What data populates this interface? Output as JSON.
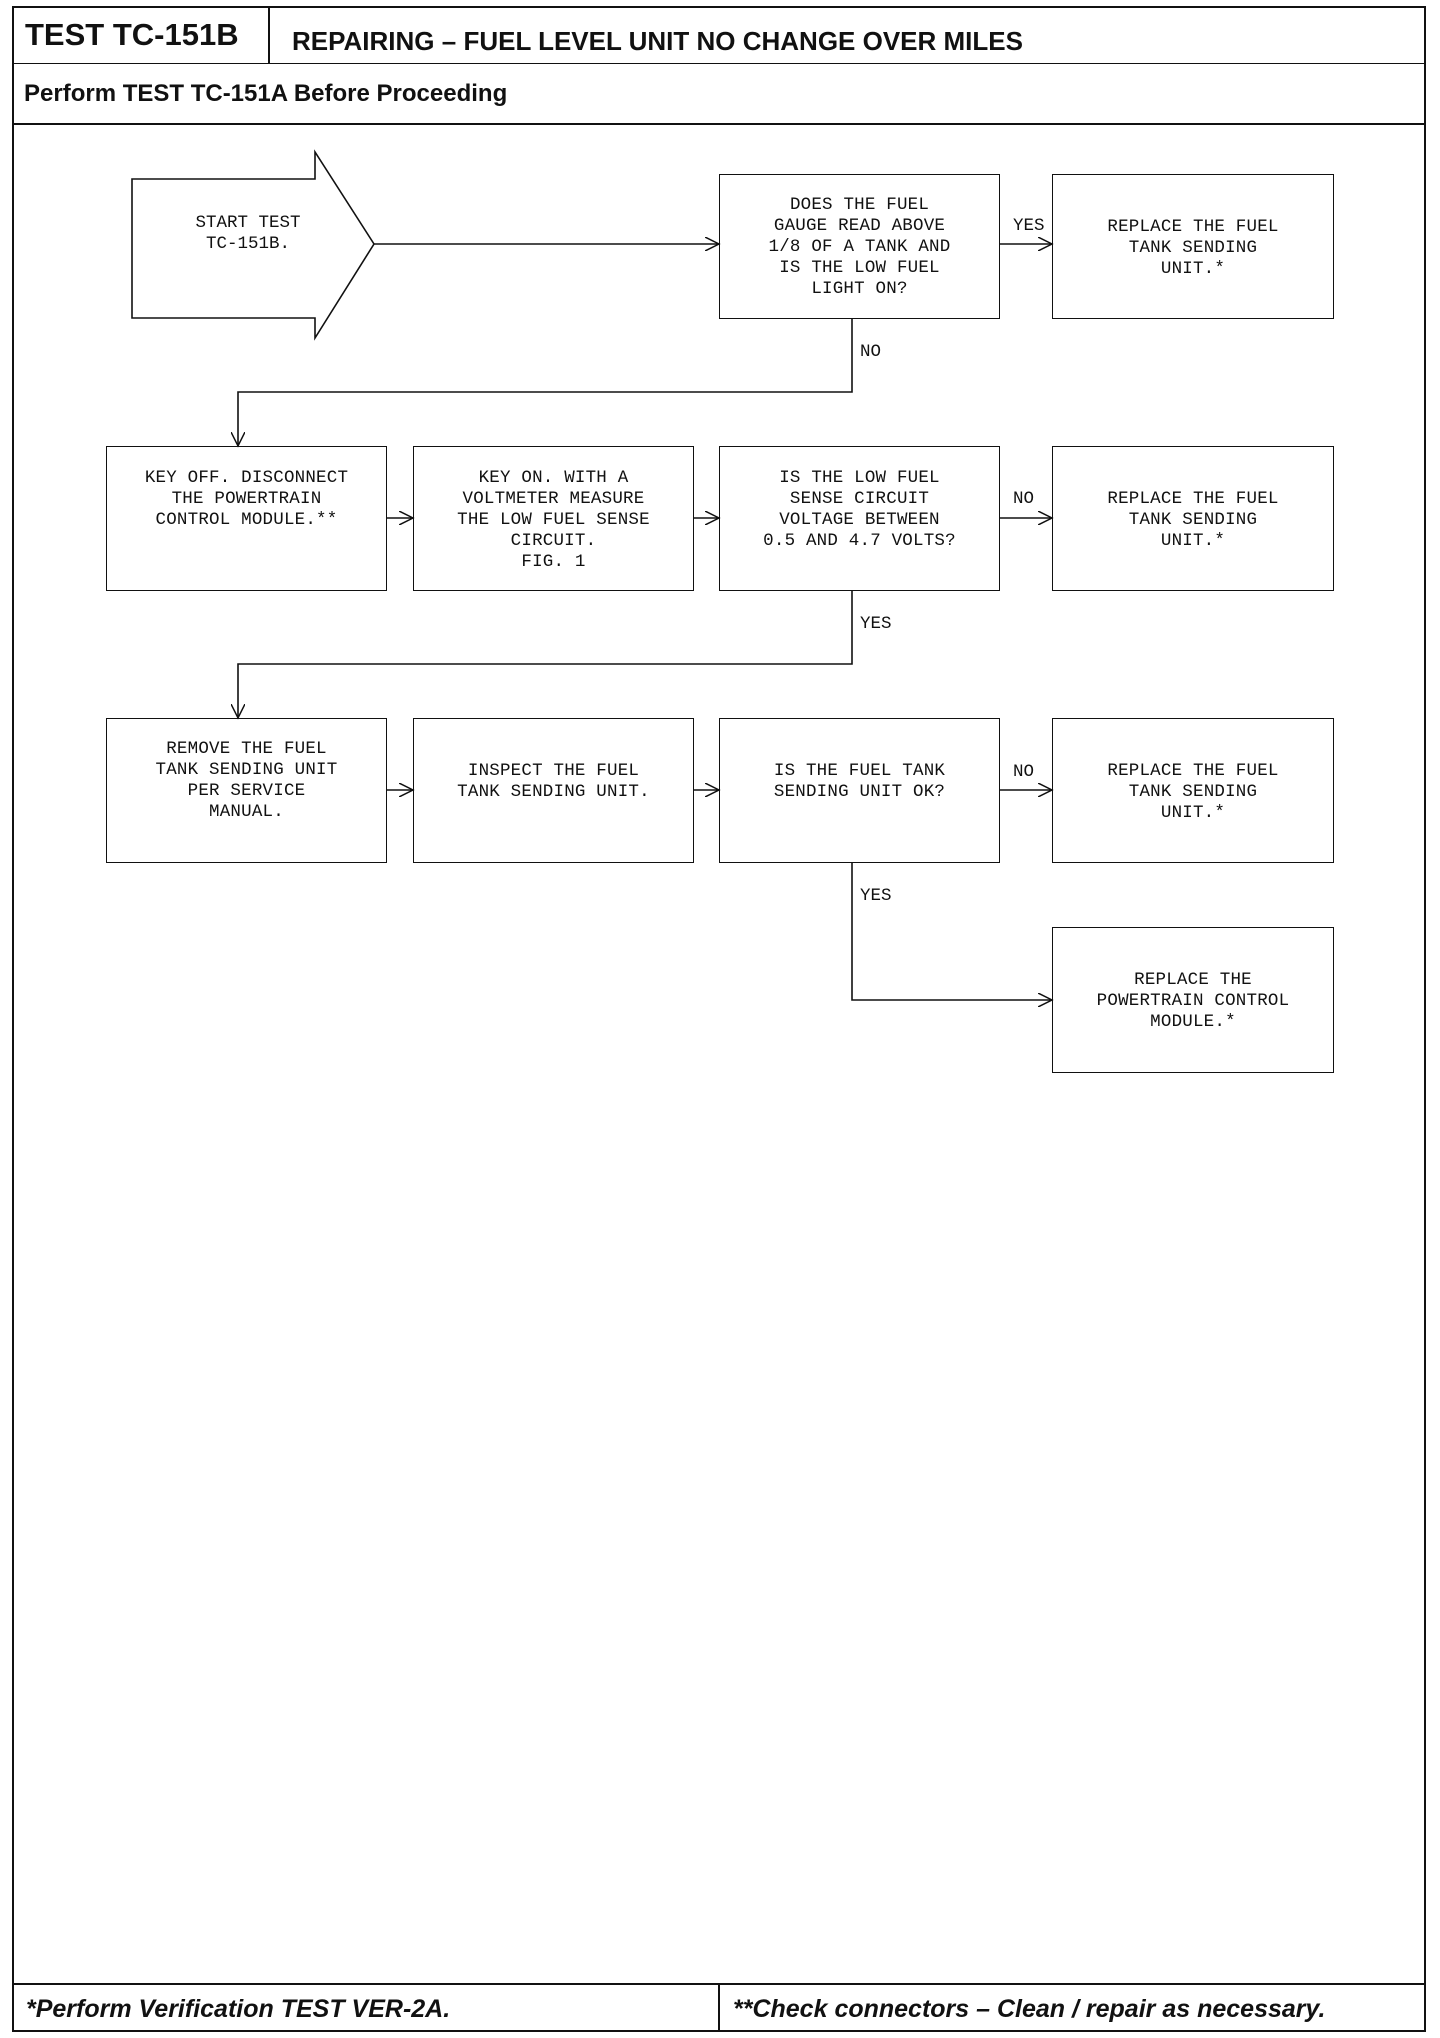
{
  "header": {
    "test_id": "TEST TC-151B",
    "title": "REPAIRING – FUEL LEVEL UNIT NO CHANGE OVER MILES",
    "subtitle": "Perform TEST TC-151A Before Proceeding"
  },
  "flowchart": {
    "start": "START TEST\nTC-151B.",
    "nodes": {
      "q1": "DOES THE FUEL\nGAUGE READ ABOVE\n1/8 OF A TANK AND\nIS THE LOW FUEL\nLIGHT ON?",
      "r1": "REPLACE THE FUEL\nTANK SENDING\nUNIT.*",
      "s1": "KEY OFF. DISCONNECT\nTHE POWERTRAIN\nCONTROL MODULE.**",
      "s2": "KEY ON. WITH A\nVOLTMETER MEASURE\nTHE LOW FUEL SENSE\nCIRCUIT.\nFIG. 1",
      "q2": "IS THE LOW FUEL\nSENSE CIRCUIT\nVOLTAGE BETWEEN\n0.5 AND 4.7 VOLTS?",
      "r2": "REPLACE THE FUEL\nTANK SENDING\nUNIT.*",
      "s3": "REMOVE THE FUEL\nTANK SENDING UNIT\nPER SERVICE\nMANUAL.",
      "s4": "INSPECT THE FUEL\nTANK SENDING UNIT.",
      "q3": "IS THE FUEL TANK\nSENDING UNIT OK?",
      "r3": "REPLACE THE FUEL\nTANK SENDING\nUNIT.*",
      "r4": "REPLACE THE\nPOWERTRAIN CONTROL\nMODULE.*"
    },
    "labels": {
      "q1_yes": "YES",
      "q1_no": "NO",
      "q2_no": "NO",
      "q2_yes": "YES",
      "q3_no": "NO",
      "q3_yes": "YES"
    }
  },
  "footer": {
    "left": "*Perform Verification TEST VER-2A.",
    "right": "**Check connectors – Clean / repair as necessary."
  }
}
